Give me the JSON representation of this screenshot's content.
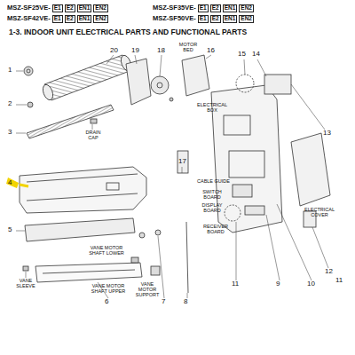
{
  "diagram": {
    "title": "1-3. INDOOR UNIT ELECTRICAL PARTS AND FUNCTIONAL PARTS",
    "nodes": [
      {
        "text": [
          "E1"
        ]
      },
      {
        "text": [
          "E2"
        ]
      },
      {
        "text": [
          "EN1"
        ]
      },
      {
        "text": [
          "EN2"
        ]
      },
      {
        "text": [
          "E1"
        ]
      },
      {
        "text": [
          "E2"
        ]
      },
      {
        "text": [
          "EN1"
        ]
      },
      {
        "text": [
          "EN2"
        ]
      },
      {
        "text": [
          "E1"
        ]
      },
      {
        "text": [
          "E2"
        ]
      },
      {
        "text": [
          "EN1"
        ]
      },
      {
        "text": [
          "EN2"
        ]
      },
      {
        "text": [
          "E1"
        ]
      },
      {
        "text": [
          "E2"
        ]
      },
      {
        "text": [
          "EN1"
        ]
      },
      {
        "text": [
          "EN2"
        ]
      }
    ],
    "labels": [
      "MSZ-SF25VE-",
      "MSZ-SF35VE-",
      "MSZ-SF42VE-",
      "MSZ-SF50VE-",
      "1",
      "2",
      "3",
      "DRAIN CAP",
      "4",
      "5",
      "VANE SLEEVE",
      "6",
      "VANE MOTOR SHAFT LOWER",
      "VANE MOTOR SHAFT UPPER",
      "VANE MOTOR SUPPORT",
      "7",
      "8",
      "20",
      "19",
      "18",
      "MOTOR BED",
      "16",
      "17",
      "ELECTRICAL BOX",
      "15",
      "14",
      "13",
      "CABLE GUIDE",
      "SWITCH BOARD",
      "DISPLAY BOARD",
      "RECEIVER BOARD",
      "11",
      "9",
      "10",
      "11",
      "12",
      "ELECTRICAL COVER"
    ]
  }
}
